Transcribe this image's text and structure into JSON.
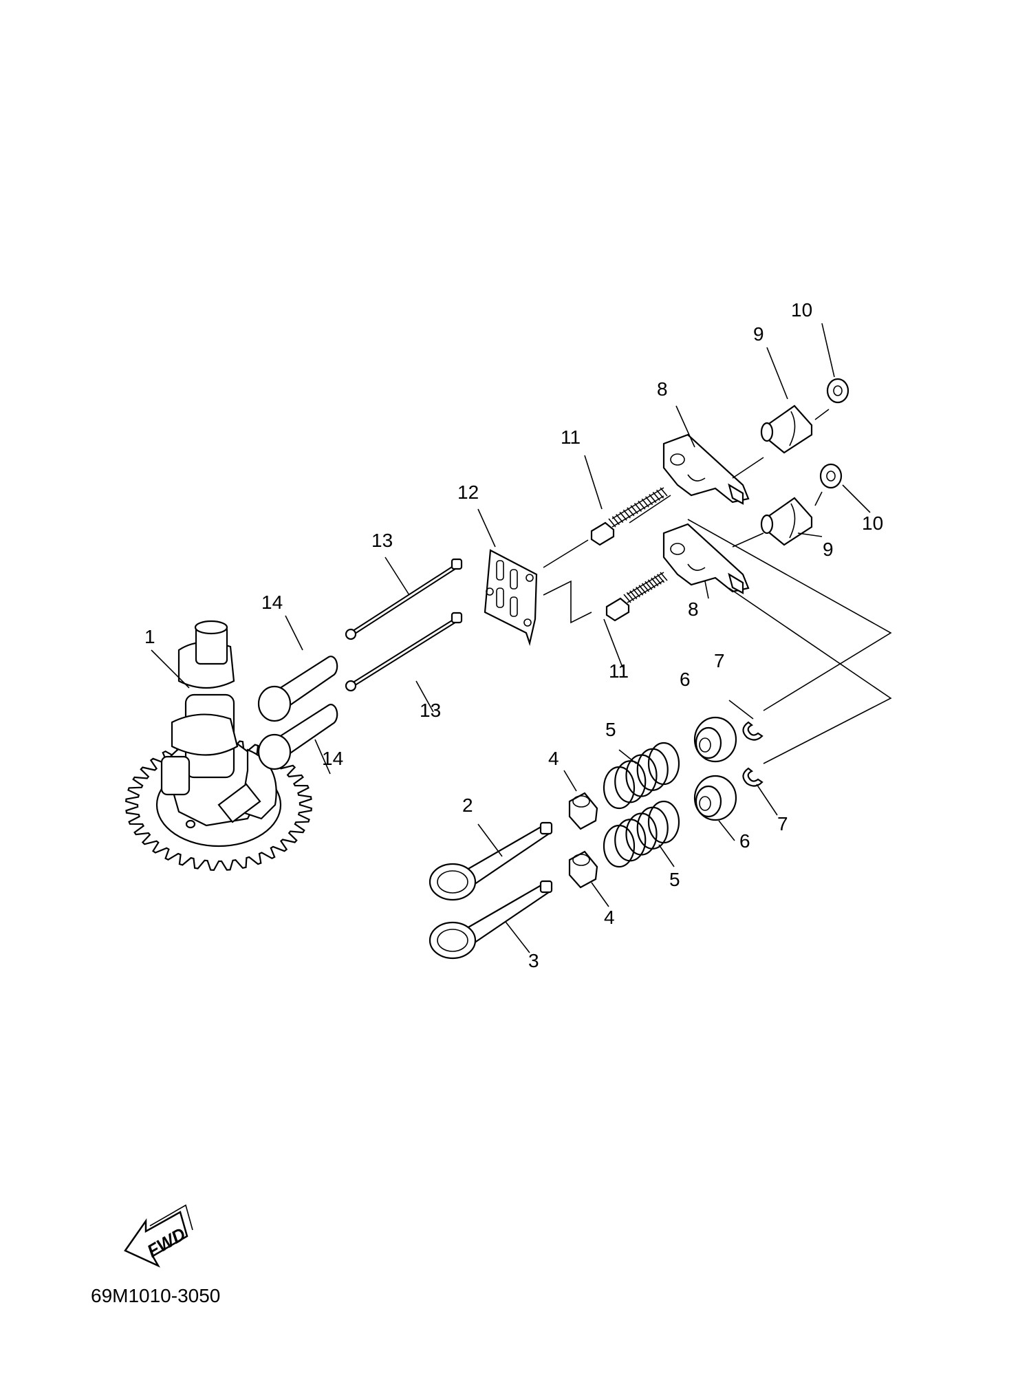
{
  "callouts": [
    "1",
    "2",
    "3",
    "4",
    "4",
    "5",
    "5",
    "6",
    "6",
    "7",
    "7",
    "8",
    "8",
    "9",
    "9",
    "10",
    "10",
    "11",
    "11",
    "12",
    "13",
    "13",
    "14",
    "14"
  ],
  "fwd_label": "FWD",
  "drawing_code": "69M1010-3050"
}
